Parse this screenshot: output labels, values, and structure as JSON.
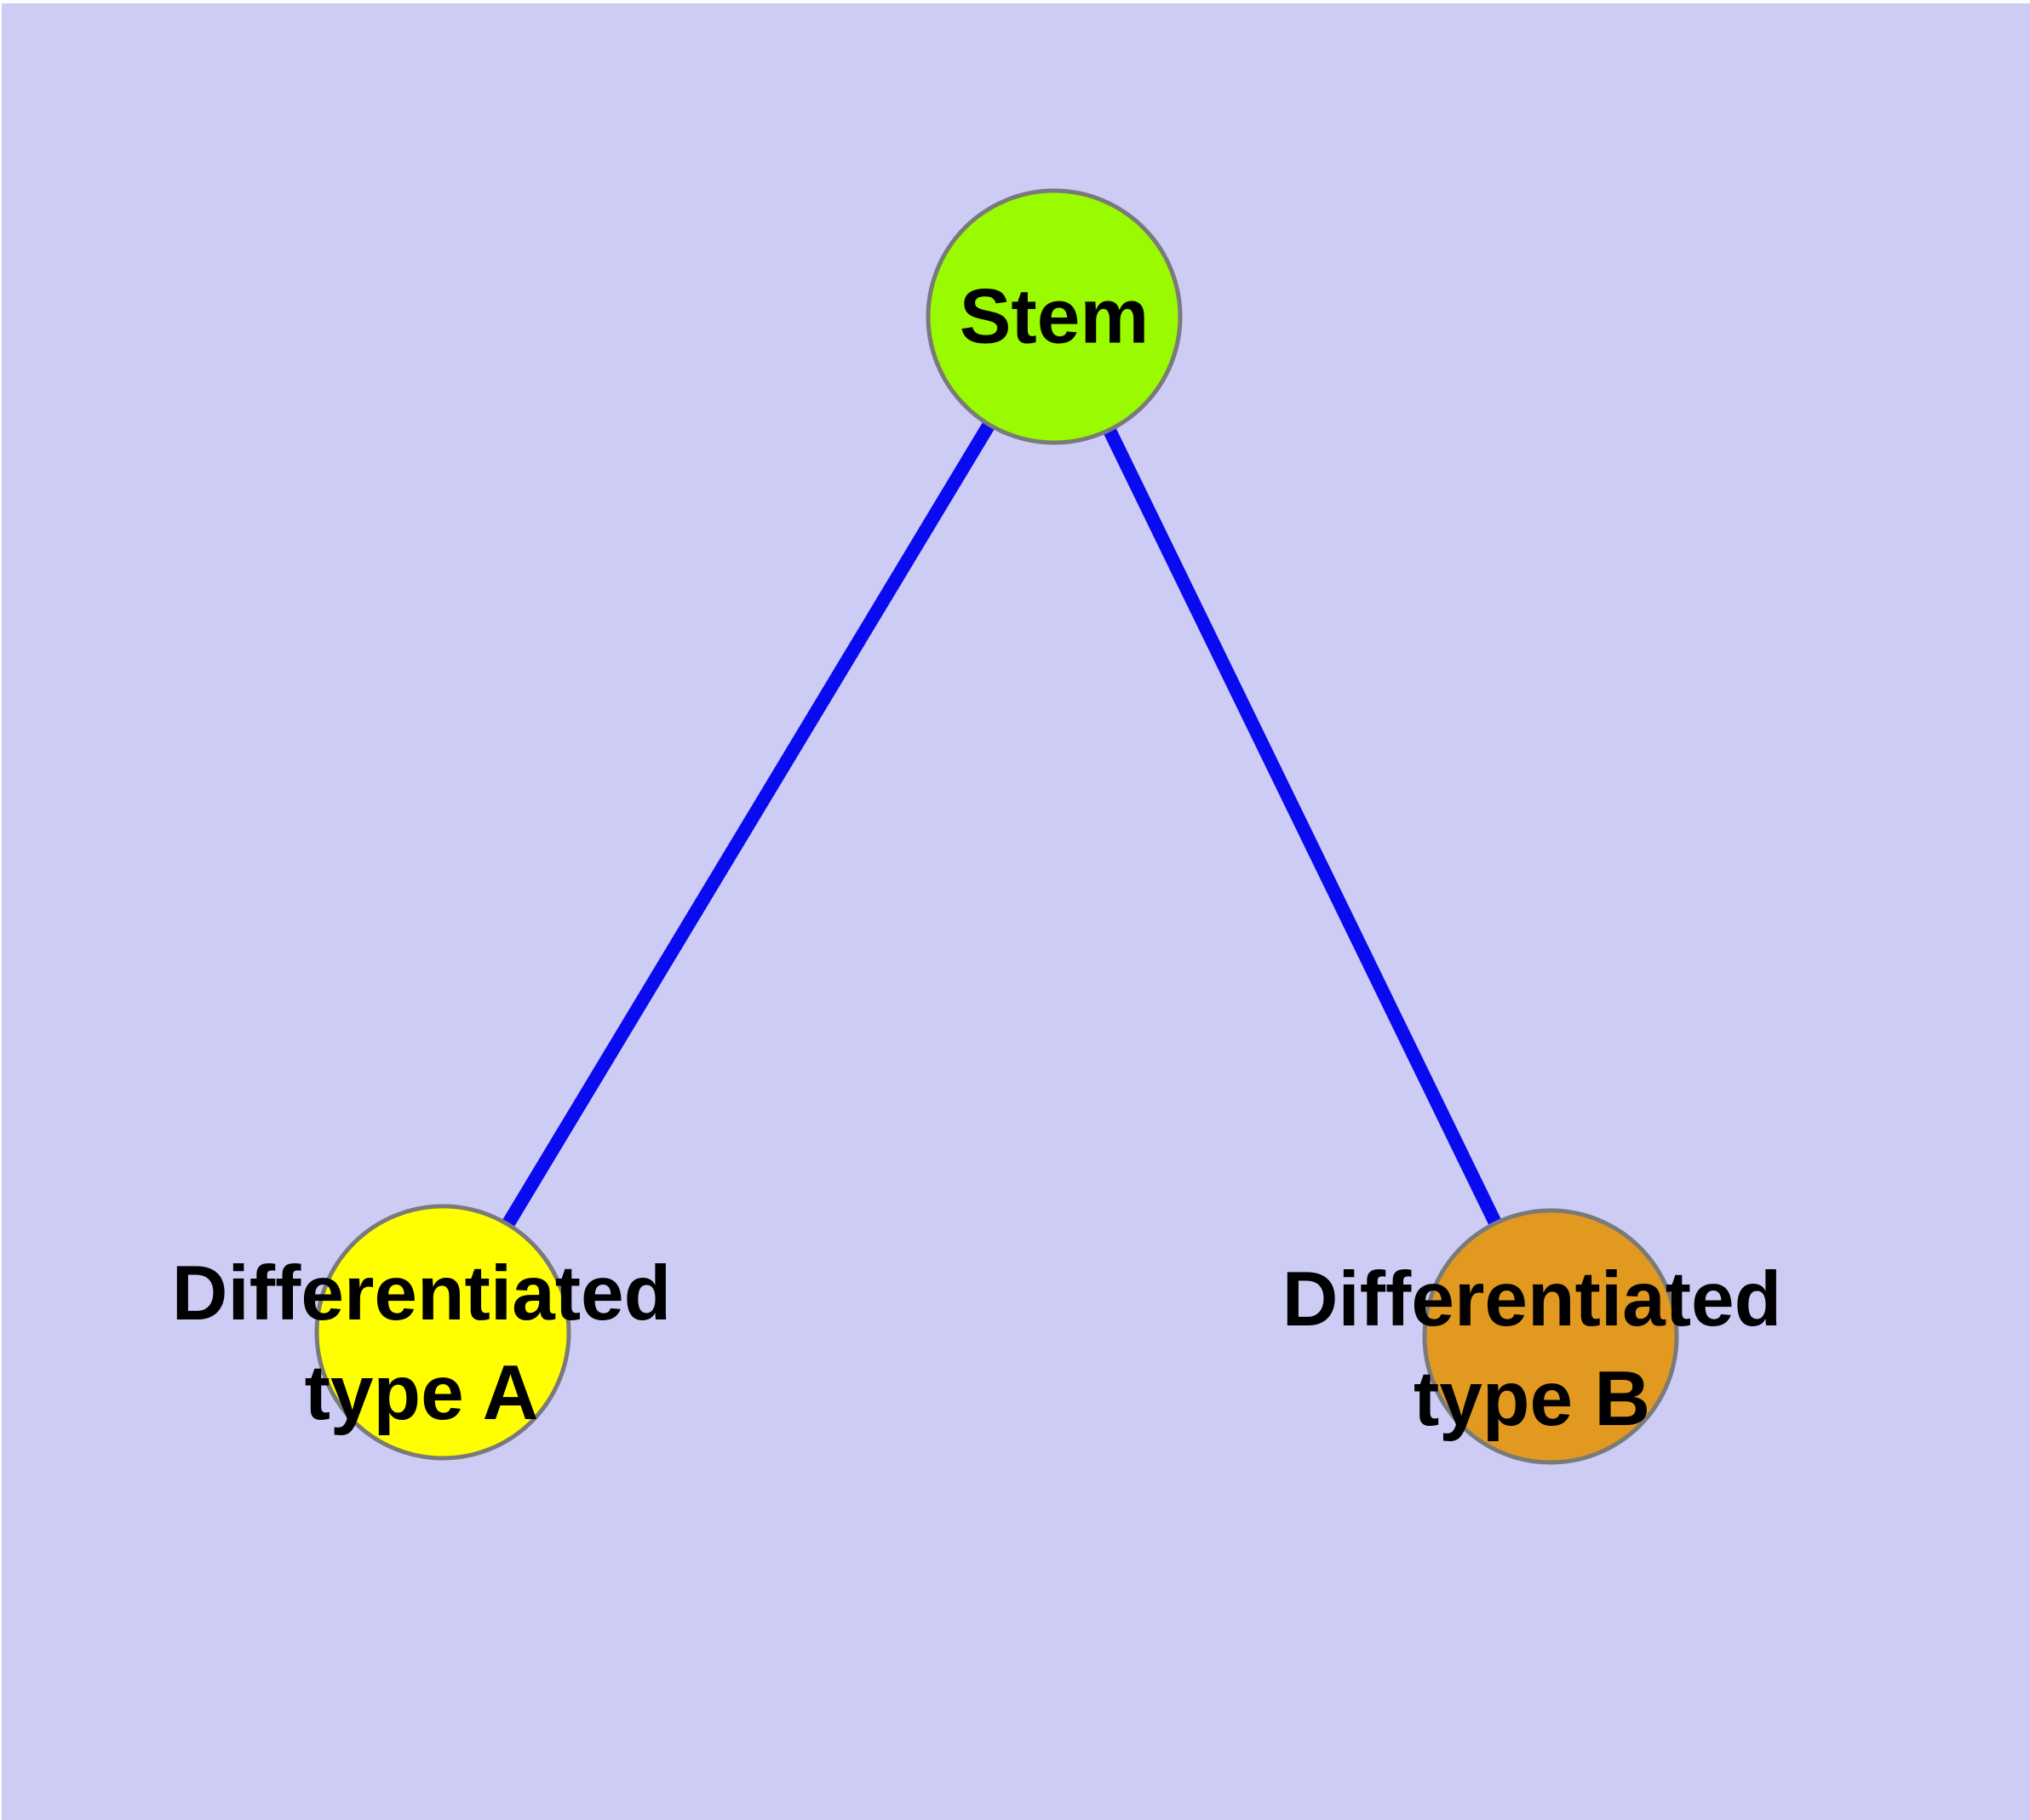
{
  "diagram": {
    "type": "node-link-graph",
    "background_color": "#ccccf5",
    "node_border_color": "#7a7a7a",
    "label_color": "#000000",
    "nodes": {
      "stem": {
        "label": "Stem",
        "color": "#9afa00"
      },
      "type_a": {
        "label": "Differentiated\ntype A",
        "color": "#ffff00"
      },
      "type_b": {
        "label": "Differentiated\ntype B",
        "color": "#e2991f"
      }
    },
    "edges": {
      "color": "#0a0af0",
      "list": [
        {
          "from": "Stem",
          "to": "Differentiated type A"
        },
        {
          "from": "Stem",
          "to": "Differentiated type B"
        }
      ]
    }
  }
}
